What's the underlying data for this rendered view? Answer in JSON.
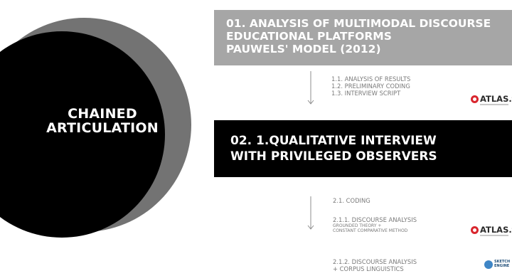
{
  "circle": {
    "title_line_1": "CHAINED",
    "title_line_2": "ARTICULATION"
  },
  "step_01": {
    "title_line_1": "01. ANALYSIS OF MULTIMODAL DISCOURSE",
    "title_line_2": "EDUCATIONAL PLATFORMS",
    "title_line_3": "PAUWELS' MODEL (2012)",
    "items": [
      "1.1. ANALYSIS OF RESULTS",
      "1.2. PRELIMINARY CODING",
      "1.3. INTERVIEW SCRIPT"
    ],
    "tool_logo": "ATLAS.ti"
  },
  "step_02": {
    "title_line_1": "02. 1.QUALITATIVE INTERVIEW",
    "title_line_2": "WITH PRIVILEGED OBSERVERS",
    "coding": "2.1. CODING",
    "sub_1": {
      "title": "2.1.1. DISCOURSE ANALYSIS",
      "detail_line_1": "GROUNDED THEORY +",
      "detail_line_2": "CONSTANT COMPARATIVE METHOD",
      "tool_logo": "ATLAS.ti"
    },
    "sub_2": {
      "title_line_1": "2.1.2. DISCOURSE ANALYSIS",
      "title_line_2": "+ CORPUS LINGUISTICS",
      "tool_logo_line_1": "SKETCH",
      "tool_logo_line_2": "ENGINE"
    }
  },
  "colors": {
    "outer_circle": "#737373",
    "inner_circle": "#000000",
    "banner_01": "#a6a6a6",
    "banner_02": "#000000",
    "step_text": "#7a7a7a",
    "atlas_red": "#d9262e",
    "sketch_blue": "#3f86c6"
  },
  "icons": {
    "arrow": "arrow-down-icon",
    "atlas": "atlas-ti-logo",
    "sketch": "sketch-engine-logo"
  }
}
